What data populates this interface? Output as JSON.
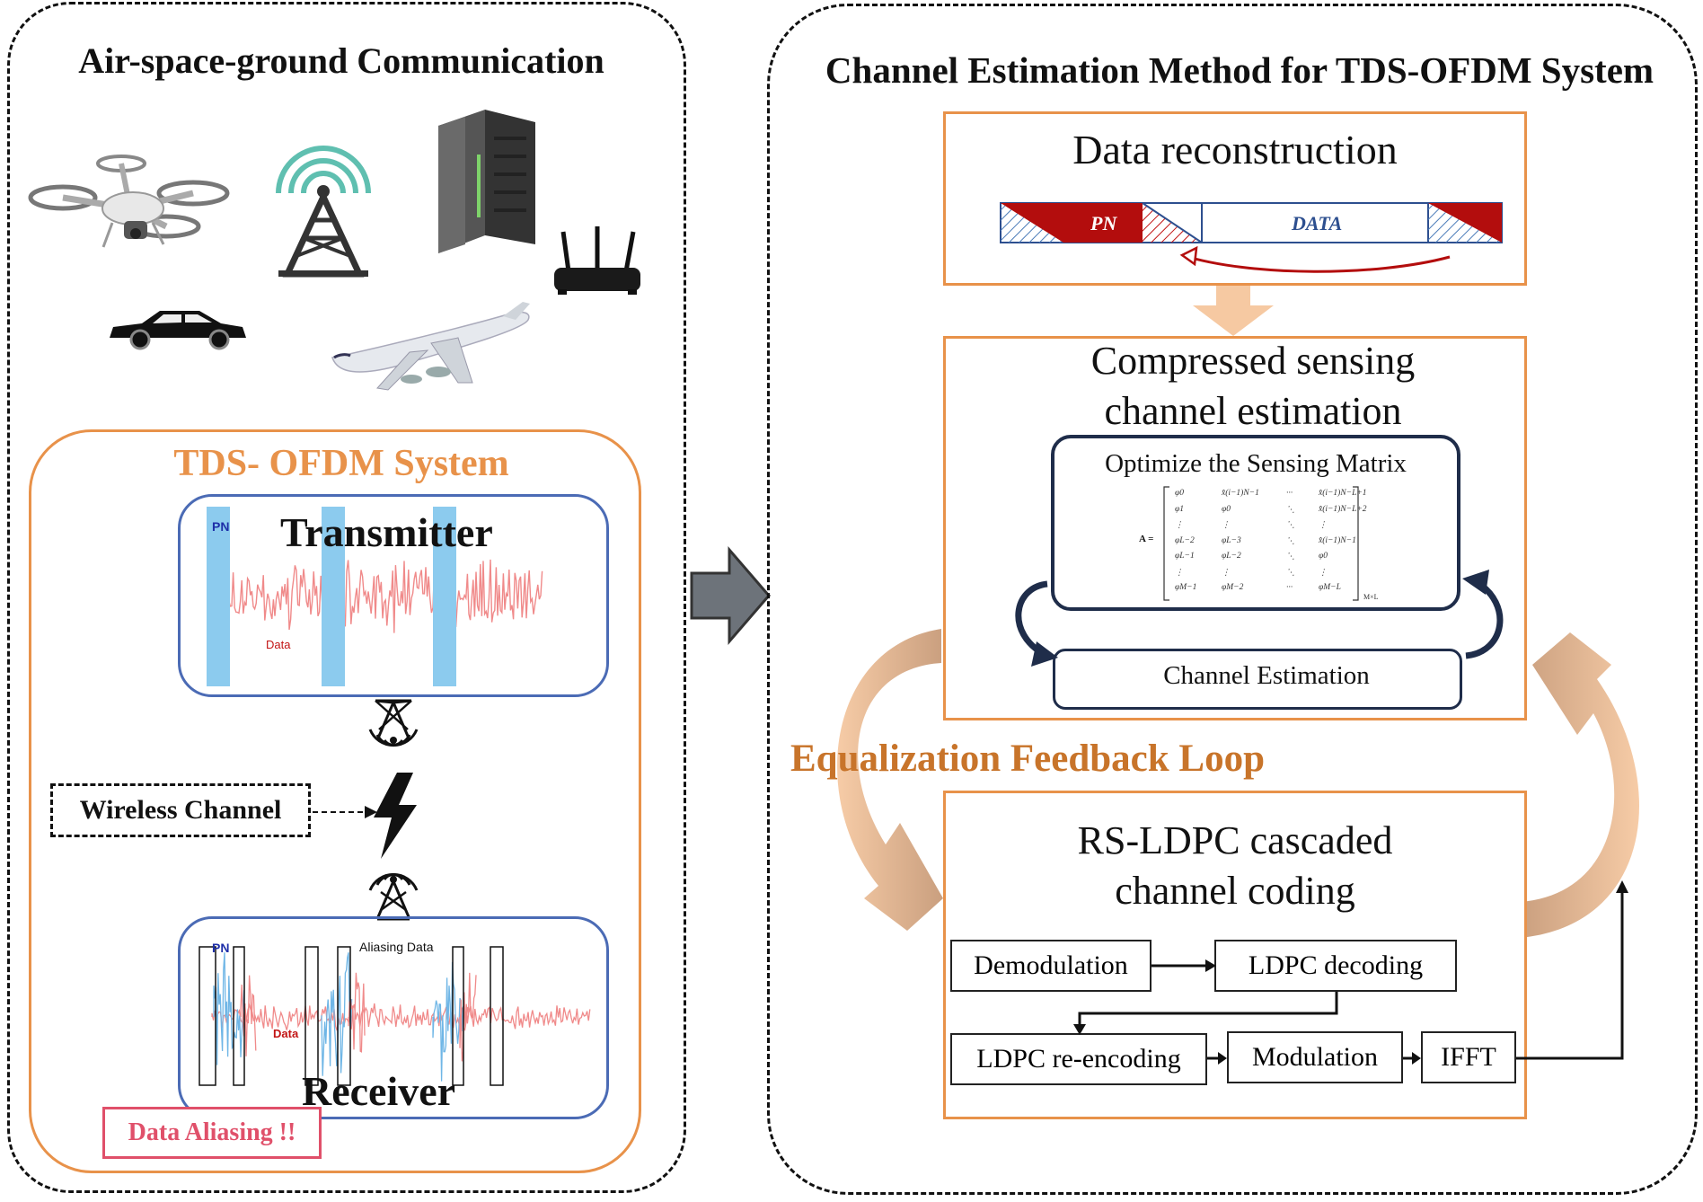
{
  "left_panel": {
    "title": "Air-space-ground Communication",
    "tds_box": {
      "title": "TDS- OFDM System",
      "transmitter": {
        "label": "Transmitter",
        "pn_label": "PN",
        "data_label": "Data"
      },
      "receiver": {
        "label": "Receiver",
        "pn_label": "PN",
        "data_label": "Data",
        "aliasing_label": "Aliasing Data"
      },
      "wireless_channel": "Wireless Channel",
      "warning": "Data Aliasing !!"
    },
    "icons": [
      "drone-icon",
      "cell-tower-icon",
      "server-rack-icon",
      "wifi-router-icon",
      "car-icon",
      "airplane-icon"
    ]
  },
  "right_panel": {
    "title": "Channel Estimation Method for TDS-OFDM System",
    "data_reconstruction": {
      "title": "Data reconstruction",
      "pn_label": "PN",
      "data_label": "DATA"
    },
    "cs_block": {
      "title_line1": "Compressed sensing",
      "title_line2": "channel estimation",
      "matrix_title": "Optimize the Sensing Matrix",
      "matrix_label": "A =",
      "matrix_subscript": "M×L",
      "matrix_rows": [
        [
          "φ0",
          "x̂(i−1)N−1",
          "···",
          "x̂(i−1)N−L+1"
        ],
        [
          "φ1",
          "φ0",
          "⋱",
          "x̂(i−1)N−L+2"
        ],
        [
          "⋮",
          "⋮",
          "⋱",
          "⋮"
        ],
        [
          "φL−2",
          "φL−3",
          "⋱",
          "x̂(i−1)N−1"
        ],
        [
          "φL−1",
          "φL−2",
          "⋱",
          "φ0"
        ],
        [
          "⋮",
          "⋮",
          "⋱",
          "⋮"
        ],
        [
          "φM−1",
          "φM−2",
          "···",
          "φM−L"
        ]
      ],
      "channel_estimation": "Channel Estimation"
    },
    "feedback_label": "Equalization Feedback Loop",
    "coding_block": {
      "title_line1": "RS-LDPC cascaded",
      "title_line2": "channel coding",
      "steps": {
        "demodulation": "Demodulation",
        "ldpc_decoding": "LDPC decoding",
        "ldpc_reencoding": "LDPC re-encoding",
        "modulation": "Modulation",
        "ifft": "IFFT"
      }
    }
  },
  "colors": {
    "orange": "#e8924a",
    "navy": "#1f2d4a",
    "pn_blue": "#8ccbee",
    "signal_red": "#f08a8a",
    "dark_red": "#b30d0d",
    "feedback_text": "#c8742a",
    "peach_arrow": "#f6c9a2",
    "warning_red": "#e0506a"
  }
}
